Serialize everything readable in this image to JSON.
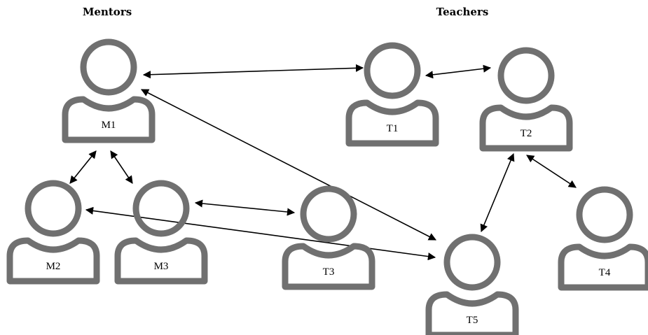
{
  "groups": {
    "mentors_label": "Mentors",
    "teachers_label": "Teachers"
  },
  "people": [
    {
      "id": "M1",
      "label": "M1",
      "icon": "person-icon"
    },
    {
      "id": "M2",
      "label": "M2",
      "icon": "person-icon"
    },
    {
      "id": "M3",
      "label": "M3",
      "icon": "person-icon"
    },
    {
      "id": "T1",
      "label": "T1",
      "icon": "person-icon"
    },
    {
      "id": "T2",
      "label": "T2",
      "icon": "person-icon"
    },
    {
      "id": "T3",
      "label": "T3",
      "icon": "person-icon"
    },
    {
      "id": "T4",
      "label": "T4",
      "icon": "person-icon"
    },
    {
      "id": "T5",
      "label": "T5",
      "icon": "person-icon"
    }
  ],
  "connections": [
    {
      "from": "M1",
      "to": "T1",
      "arrows": "both"
    },
    {
      "from": "M1",
      "to": "T5",
      "arrows": "both"
    },
    {
      "from": "M1",
      "to": "M2",
      "arrows": "both"
    },
    {
      "from": "M1",
      "to": "M3",
      "arrows": "both"
    },
    {
      "from": "M2",
      "to": "T5",
      "arrows": "both"
    },
    {
      "from": "M3",
      "to": "T3",
      "arrows": "both"
    },
    {
      "from": "T1",
      "to": "T2",
      "arrows": "both"
    },
    {
      "from": "T2",
      "to": "T5",
      "arrows": "both"
    },
    {
      "from": "T2",
      "to": "T4",
      "arrows": "both"
    }
  ],
  "colors": {
    "icon_stroke": "#707070",
    "connector": "#000000",
    "background": "#ffffff"
  }
}
